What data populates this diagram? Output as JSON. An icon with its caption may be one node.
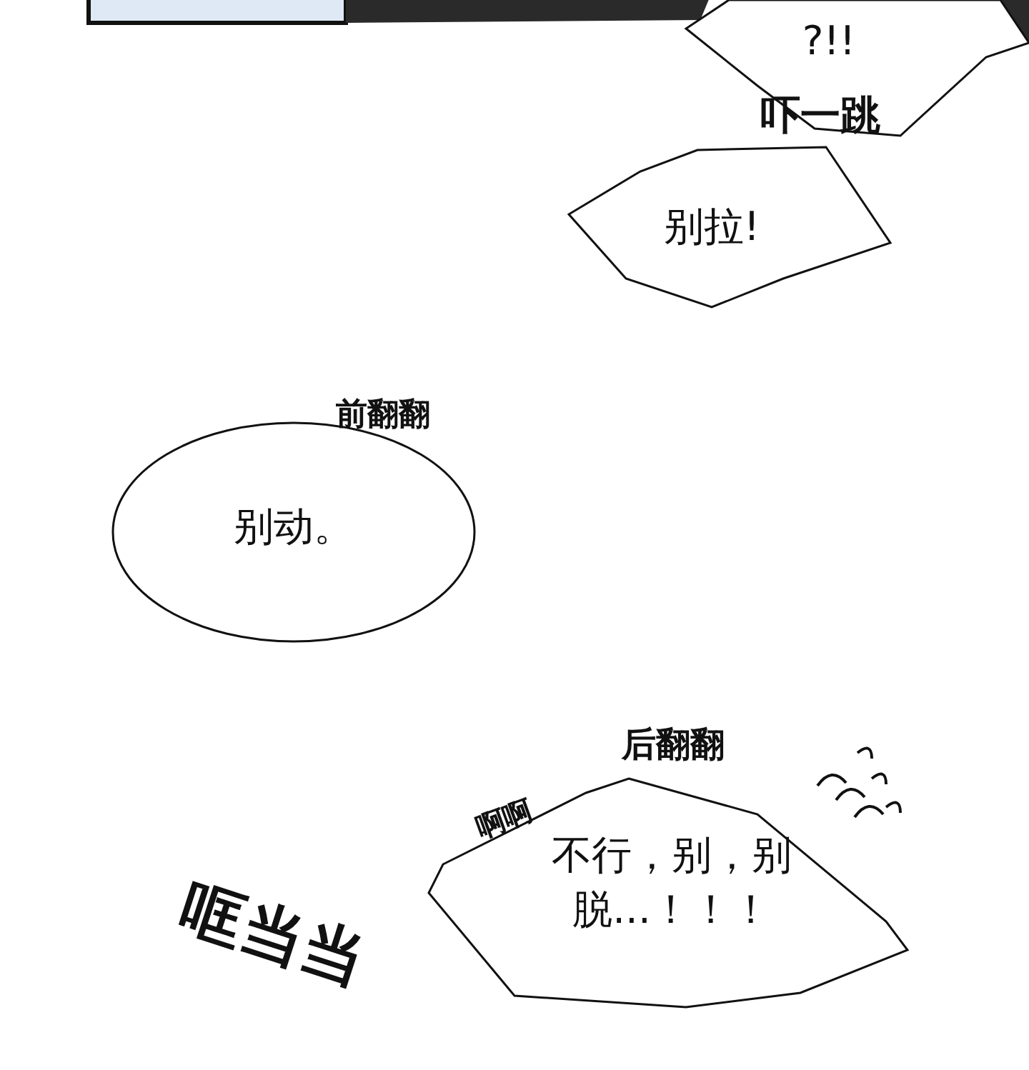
{
  "diagram": {
    "nodes": [
      {
        "text": [
          "?!!"
        ]
      },
      {
        "text": [
          "别拉!"
        ]
      },
      {
        "text": [
          "别动。"
        ]
      },
      {
        "text": [
          "不行，别，别脱...！！！"
        ]
      }
    ],
    "labels": [
      "吓一跳",
      "前翻翻",
      "后翻翻",
      "啊啊",
      "哐当当"
    ]
  }
}
